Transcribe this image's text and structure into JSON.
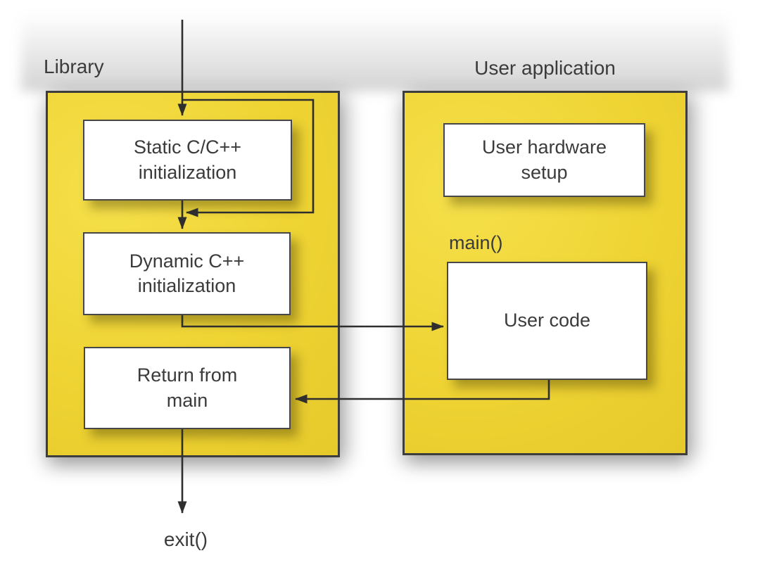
{
  "library": {
    "title": "Library",
    "boxes": {
      "static_init": "Static C/C++\ninitialization",
      "dynamic_init": "Dynamic C++\ninitialization",
      "return_from_main": "Return from\nmain"
    }
  },
  "user_application": {
    "title": "User application",
    "main_label": "main()",
    "boxes": {
      "hardware_setup": "User hardware\nsetup",
      "user_code": "User code"
    }
  },
  "exit_label": "exit()",
  "colors": {
    "container_fill": "#EFD434",
    "container_border": "#3D3D3D",
    "box_fill": "#FFFFFF",
    "box_border": "#474747",
    "arrow_line": "#2E2E2E",
    "text": "#3B3B3B"
  }
}
